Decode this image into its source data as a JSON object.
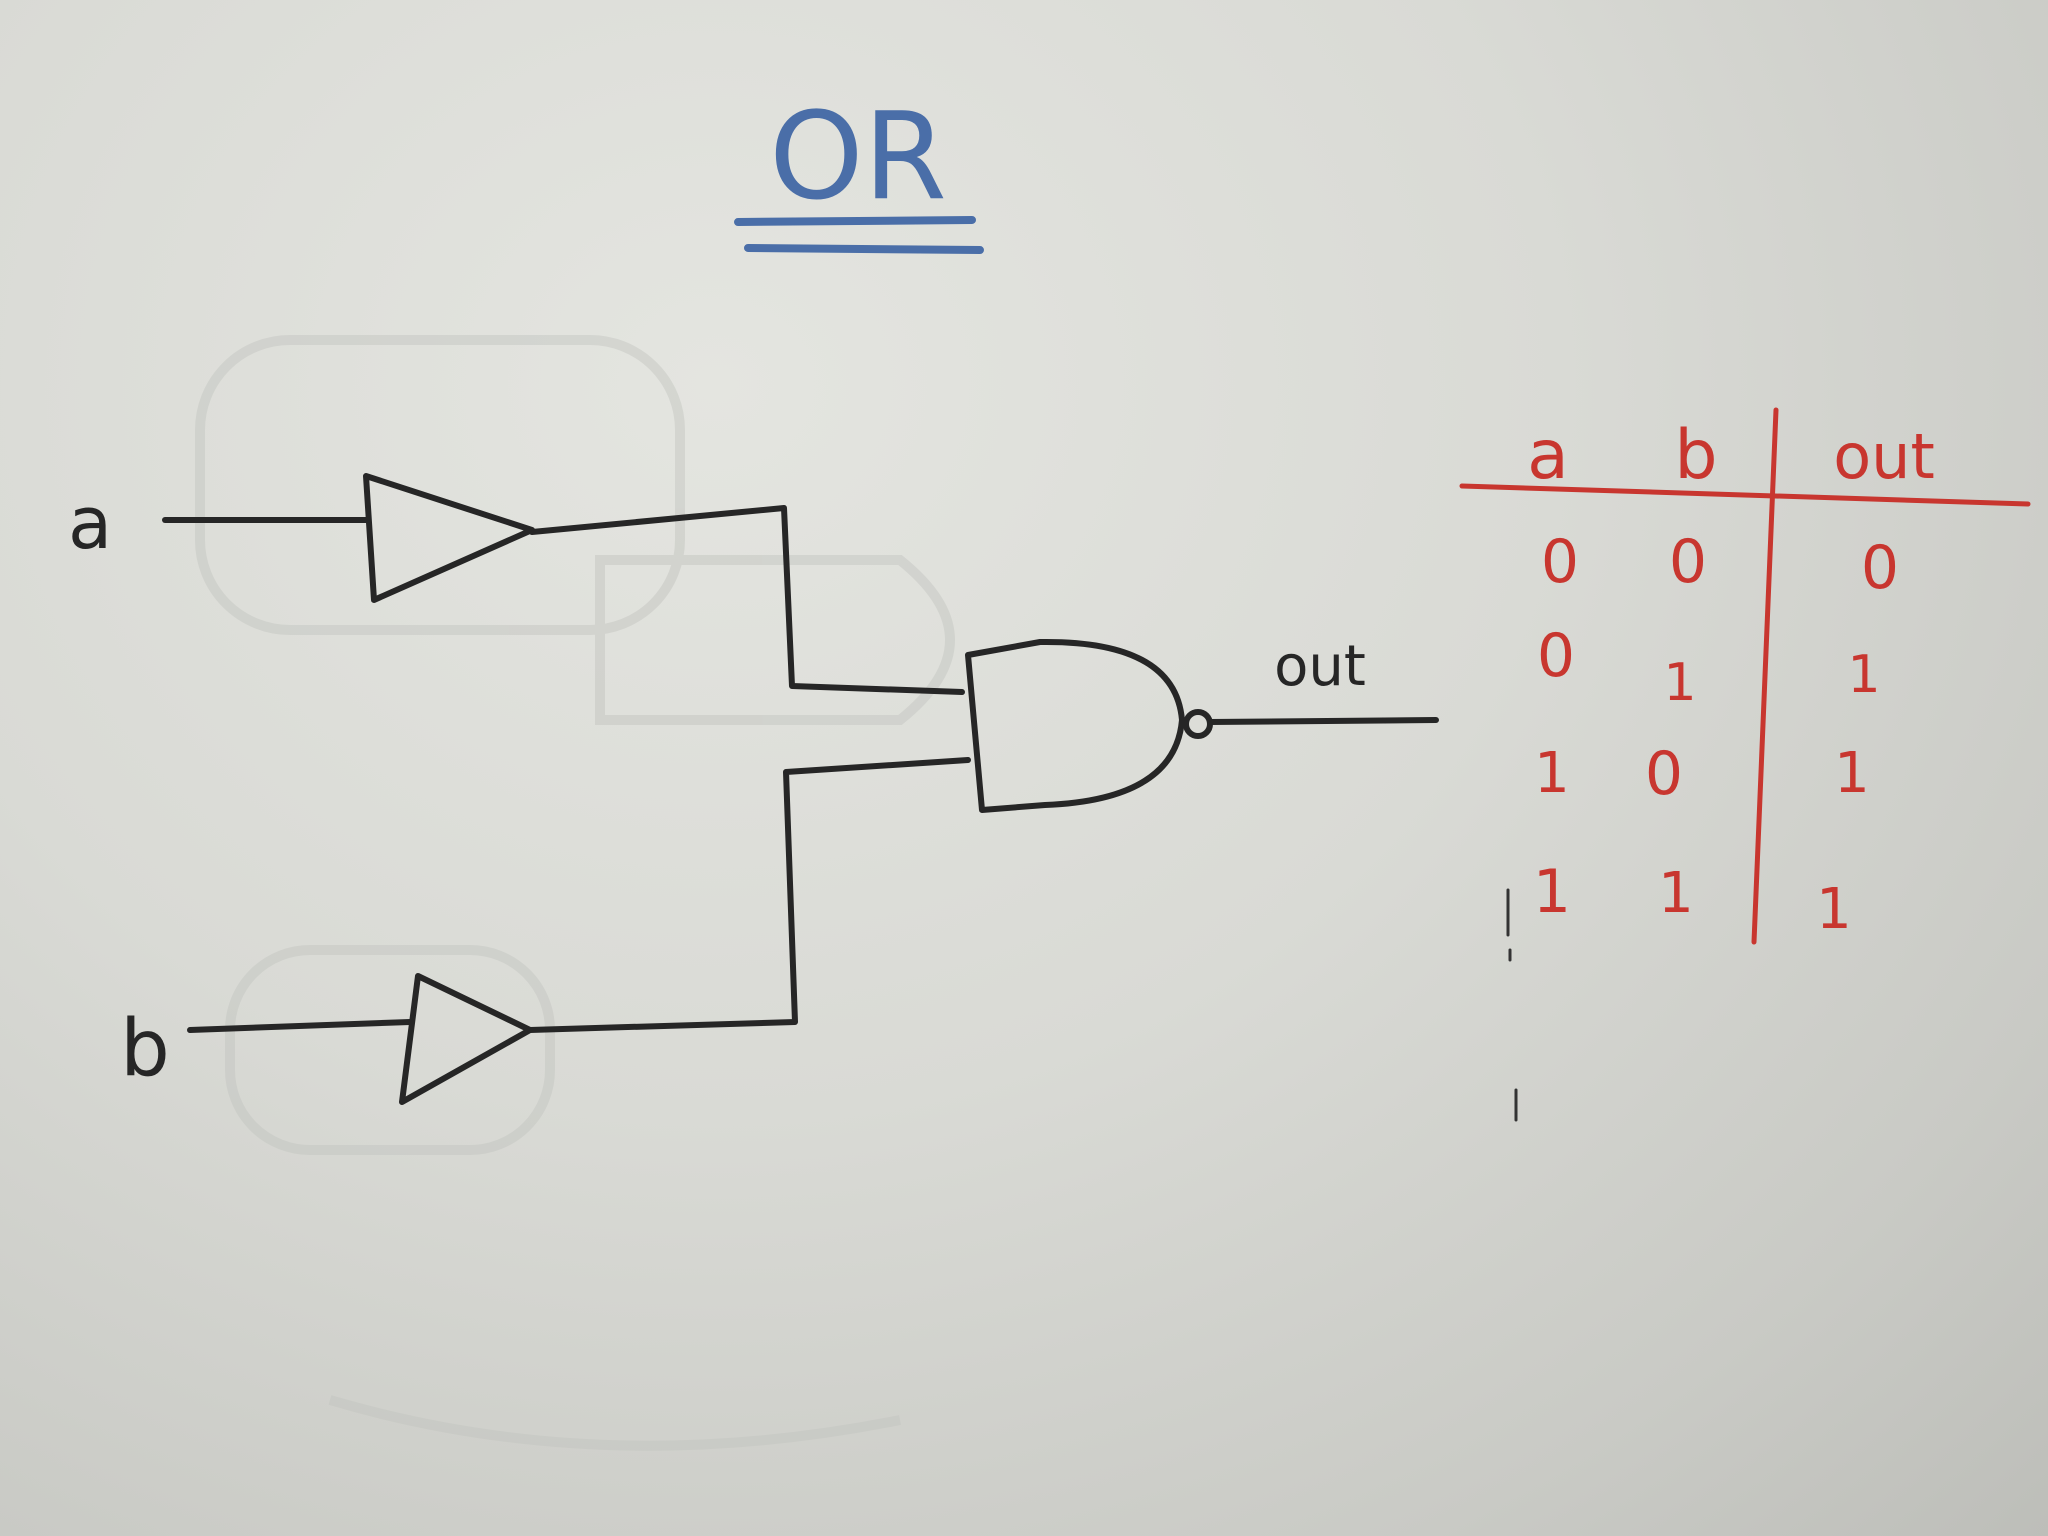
{
  "title": "OR",
  "circuit": {
    "input_a": "a",
    "input_b": "b",
    "output": "out"
  },
  "truth_table": {
    "headers": [
      "a",
      "b",
      "out"
    ],
    "rows": [
      [
        "0",
        "0",
        "0"
      ],
      [
        "0",
        "1",
        "1"
      ],
      [
        "1",
        "0",
        "1"
      ],
      [
        "1",
        "1",
        "1"
      ]
    ]
  },
  "colors": {
    "title": "#4a6ea8",
    "circuit": "#262626",
    "table": "#c8362f"
  }
}
